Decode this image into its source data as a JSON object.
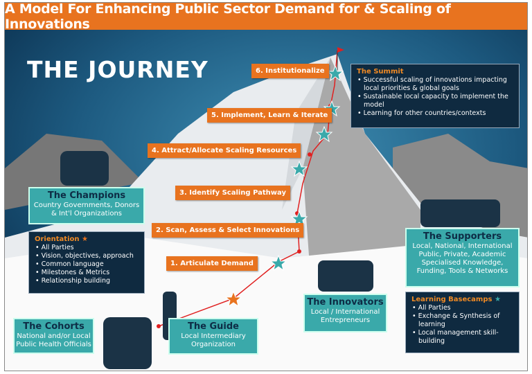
{
  "title": "A Model For Enhancing Public Sector Demand for & Scaling of Innovations",
  "journey": "THE JOURNEY",
  "steps": [
    "1. Articulate Demand",
    "2. Scan, Assess & Select Innovations",
    "3. Identify Scaling Pathway",
    "4. Attract/Allocate Scaling Resources",
    "5. Implement, Learn & Iterate",
    "6. Institutionalize"
  ],
  "summit": {
    "heading": "The Summit",
    "items": [
      "Successful scaling of innovations impacting local priorities & global goals",
      "Sustainable local capacity to implement the model",
      "Learning for other countries/contexts"
    ]
  },
  "champions": {
    "heading": "The Champions",
    "text": "Country Governments, Donors & Int'l Organizations"
  },
  "orientation": {
    "heading": "Orientation",
    "items": [
      "All Parties",
      "Vision, objectives, approach",
      "Common language",
      "Milestones & Metrics",
      "Relationship building"
    ]
  },
  "cohorts": {
    "heading": "The Cohorts",
    "text": "National and/or Local Public Health Officials"
  },
  "guide": {
    "heading": "The Guide",
    "text": "Local Intermediary Organization"
  },
  "innovators": {
    "heading": "The Innovators",
    "text": "Local / International Entrepreneurs"
  },
  "supporters": {
    "heading": "The Supporters",
    "text": "Local, National, International Public, Private, Academic Specialised Knowledge, Funding, Tools & Networks"
  },
  "basecamps": {
    "heading": "Learning Basecamps",
    "items": [
      "All Parties",
      "Exchange & Synthesis of learning",
      "Local management skill-building"
    ]
  },
  "colors": {
    "orange": "#e8731f",
    "teal": "#3aa9aa",
    "navy": "#0f2a40",
    "path": "#e02020"
  }
}
